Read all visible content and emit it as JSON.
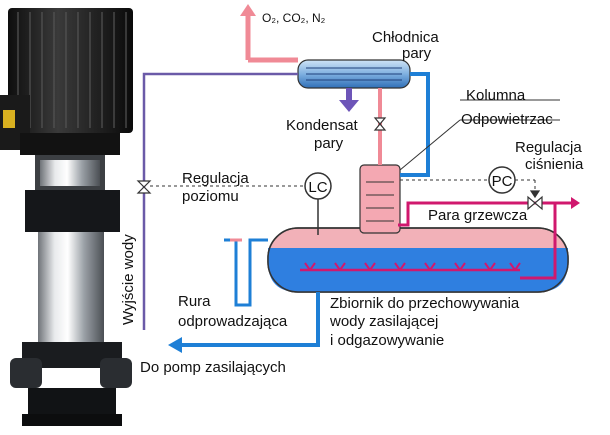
{
  "labels": {
    "gases": "O₂, CO₂, N₂",
    "cooler_line1": "Chłodnica",
    "cooler_line2": "pary",
    "condensate_line1": "Kondensat",
    "condensate_line2": "pary",
    "column": "Kolumna",
    "deaerator": "Odpowietrzac",
    "pressure_reg_line1": "Regulacja",
    "pressure_reg_line2": "ciśnienia",
    "level_reg_line1": "Regulacja",
    "level_reg_line2": "poziomu",
    "steam": "Para grzewcza",
    "water_out": "Wyjście wody",
    "drain_line1": "Rura",
    "drain_line2": "odprowadzająca",
    "tank_line1": "Zbiornik do przechowywania",
    "tank_line2": "wody zasilającej",
    "tank_line3": "i odgazowywanie",
    "to_pumps": "Do pomp zasilających",
    "lc_tag": "LC",
    "pc_tag": "PC"
  },
  "colors": {
    "water_blue": "#1e7fd6",
    "steam_pink": "#ef9aa8",
    "heating_magenta": "#d0186e",
    "gas_pink": "#f08a96",
    "tank_water": "#2f7fe0",
    "tank_steam": "#f2b1b8",
    "column_pink": "#f4a8b2",
    "signal_purple": "#6b5aa8",
    "condensate_purple": "#6d55b8"
  }
}
